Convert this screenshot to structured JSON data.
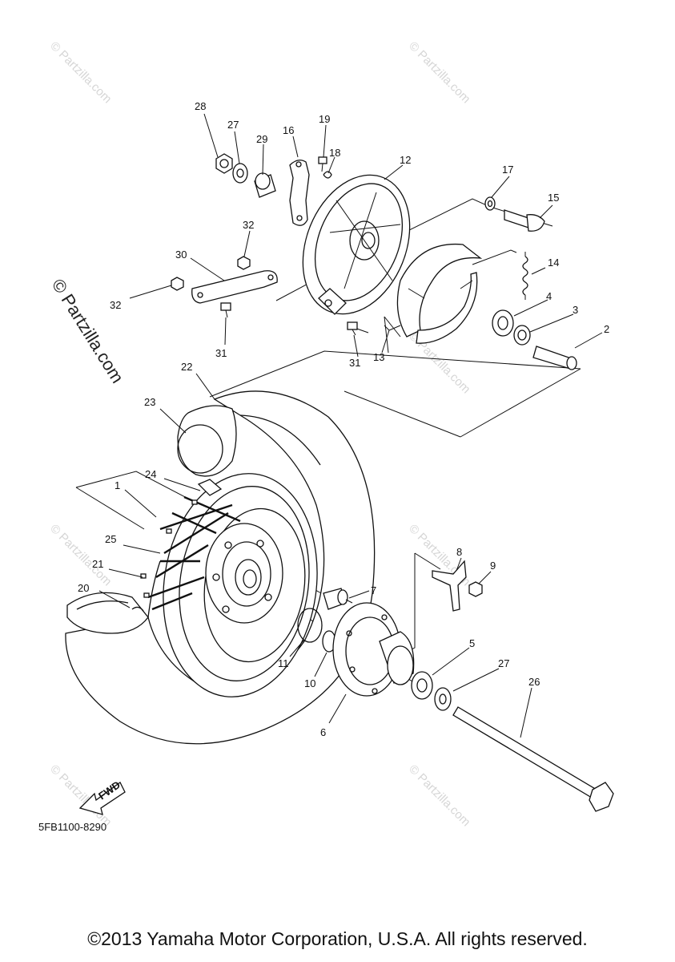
{
  "diagram": {
    "code": "5FB1100-8290",
    "fwd_label": "FWD",
    "copyright": "©2013 Yamaha Motor Corporation, U.S.A. All rights reserved.",
    "watermark_text": "© Partzilla.com",
    "callouts": [
      "1",
      "2",
      "3",
      "4",
      "5",
      "6",
      "7",
      "8",
      "9",
      "10",
      "11",
      "12",
      "13",
      "14",
      "15",
      "16",
      "17",
      "18",
      "19",
      "20",
      "21",
      "22",
      "23",
      "24",
      "25",
      "26",
      "27",
      "27",
      "28",
      "29",
      "30",
      "31",
      "31",
      "32",
      "32"
    ]
  }
}
